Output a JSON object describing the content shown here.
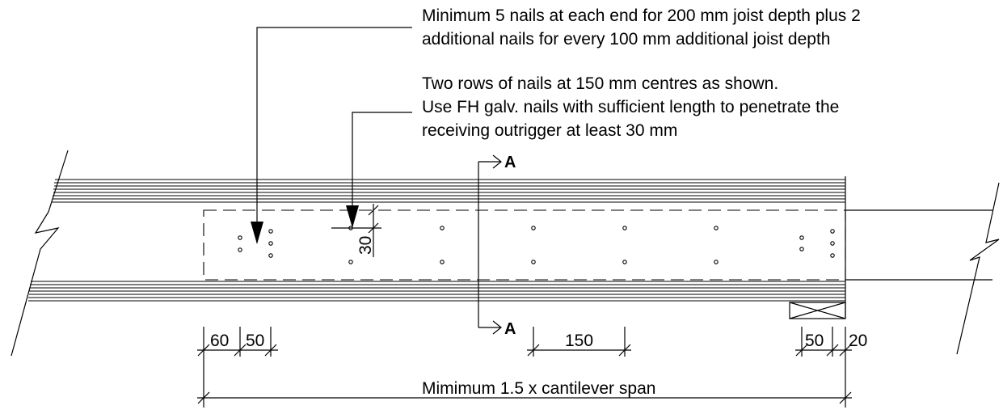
{
  "notes": {
    "nail_count_line1": "Minimum 5 nails at each end for 200 mm joist depth plus 2",
    "nail_count_line2": "additional nails for every 100 mm additional joist depth",
    "nail_rows_line1": "Two rows of nails at 150 mm centres as shown.",
    "nail_rows_line2": "Use FH galv. nails with sufficient length to penetrate the",
    "nail_rows_line3": "receiving outrigger at least 30 mm"
  },
  "section_marker": {
    "top_label": "A",
    "bottom_label": "A"
  },
  "dimensions": {
    "end_distance": "60",
    "row_spacing": "50",
    "nail_centres": "150",
    "right_row_spacing": "50",
    "right_end_distance": "20",
    "edge_distance": "30",
    "overall_length": "Mimimum 1.5 x cantilever span"
  }
}
